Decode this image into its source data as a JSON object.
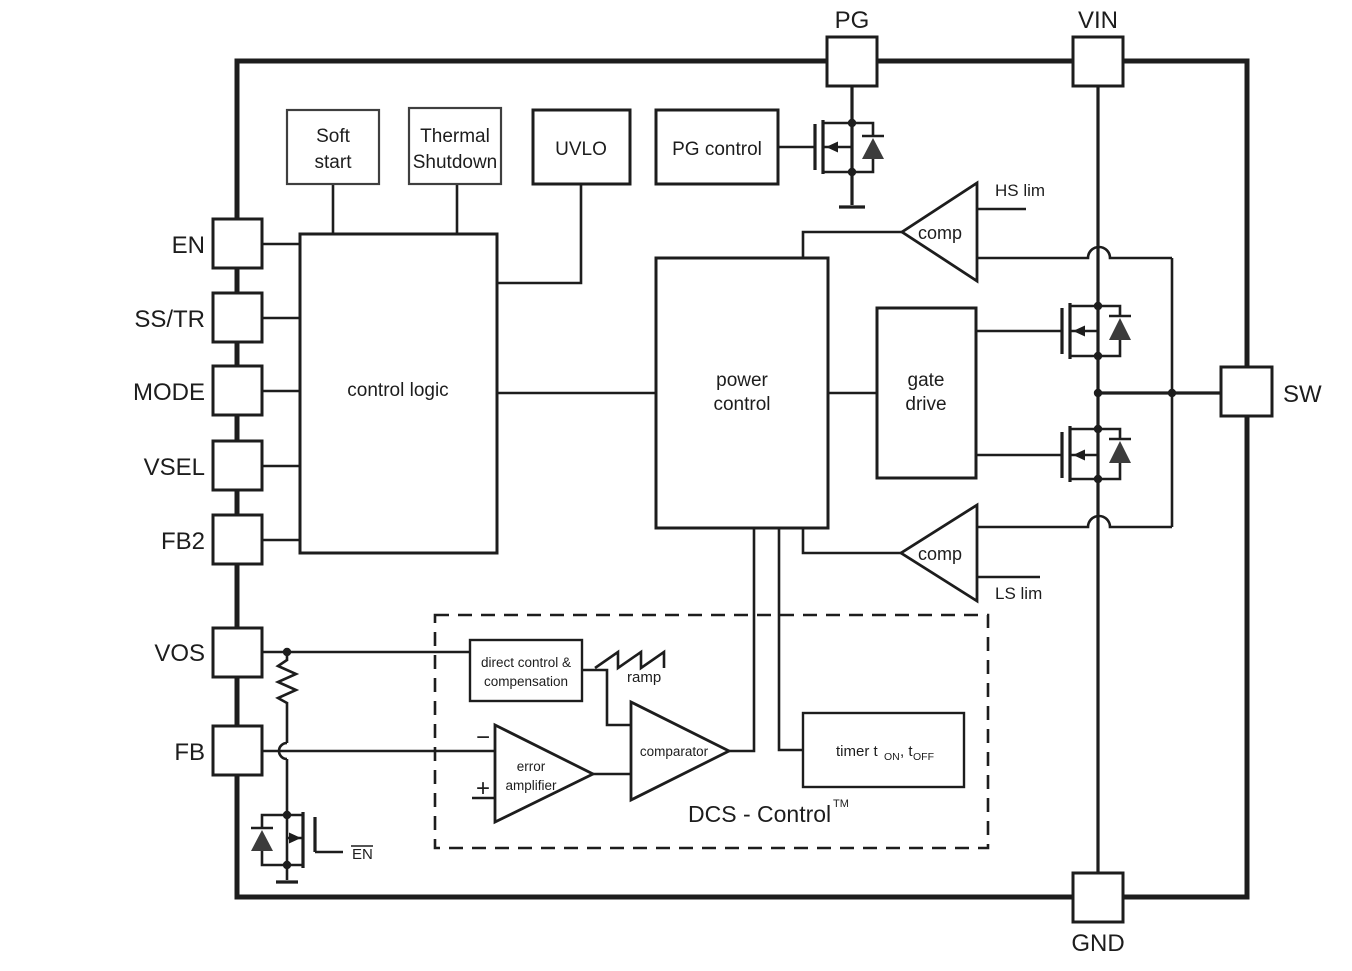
{
  "colors": {
    "line": "#1d1d1d",
    "graybox": "#3f3f3f",
    "diode": "#3c3c3c",
    "background": "#ffffff"
  },
  "pins": {
    "pg": "PG",
    "vin": "VIN",
    "en": "EN",
    "ss_tr": "SS/TR",
    "mode": "MODE",
    "vsel": "VSEL",
    "fb2": "FB2",
    "vos": "VOS",
    "fb": "FB",
    "sw": "SW",
    "gnd": "GND"
  },
  "blocks": {
    "soft_start": {
      "line1": "Soft",
      "line2": "start"
    },
    "thermal": {
      "line1": "Thermal",
      "line2": "Shutdown"
    },
    "uvlo": "UVLO",
    "pg_control": "PG control",
    "control_logic": "control logic",
    "power_control": {
      "line1": "power",
      "line2": "control"
    },
    "gate_drive": {
      "line1": "gate",
      "line2": "drive"
    },
    "direct_control": {
      "line1": "direct control &",
      "line2": "compensation"
    },
    "error_amp": {
      "line1": "error",
      "line2": "amplifier"
    },
    "comparator": "comparator",
    "timer": {
      "prefix": "timer t",
      "sub1": "ON",
      "mid": ", t",
      "sub2": "OFF"
    }
  },
  "labels": {
    "comp_hs": "comp",
    "comp_ls": "comp",
    "hs_lim": "HS lim",
    "ls_lim": "LS lim",
    "ramp": "ramp",
    "dcs": "DCS - Control",
    "dcs_tm": "TM",
    "en_bar": "EN",
    "minus": "−",
    "plus": "+"
  }
}
